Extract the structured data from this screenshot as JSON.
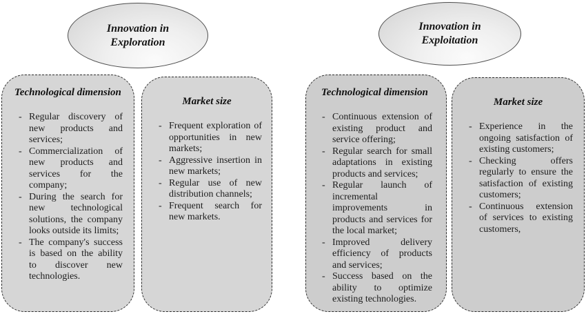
{
  "ellipses": [
    {
      "line1": "Innovation in",
      "line2": "Exploration"
    },
    {
      "line1": "Innovation in",
      "line2": "Exploitation"
    }
  ],
  "boxes": [
    {
      "title": "Technological dimension",
      "items": [
        "Regular discovery of new products and services;",
        "Commercialization of new products and services for the company;",
        "During the search for new technological solutions, the company looks outside its limits;",
        "The company's success is based on the ability to discover new technologies."
      ]
    },
    {
      "title": "Market size",
      "items": [
        "Frequent exploration of opportunities in new markets;",
        "Aggressive insertion in new markets;",
        "Regular use of new distribution channels;",
        "Frequent search for new markets."
      ]
    },
    {
      "title": "Technological dimension",
      "items": [
        "Continuous extension of existing product and service offering;",
        "Regular search for small adaptations in existing products and services;",
        "Regular launch of incremental improvements in products and services for the local market;",
        "Improved delivery efficiency of products and services;",
        "Success based on the ability to optimize existing technologies."
      ]
    },
    {
      "title": "Market size",
      "items": [
        "Experience in the ongoing satisfaction of existing customers;",
        "Checking offers regularly to ensure the satisfaction of existing customers;",
        "Continuous extension of services to existing customers,"
      ]
    }
  ],
  "list_marker": "-",
  "colors": {
    "panel_fill_exploration": "#d6d6d6",
    "panel_fill_exploitation": "#cdcdcd",
    "panel_border": "#2b2b2b",
    "ellipse_border": "#4d4d4d",
    "text": "#1c1c1c"
  }
}
